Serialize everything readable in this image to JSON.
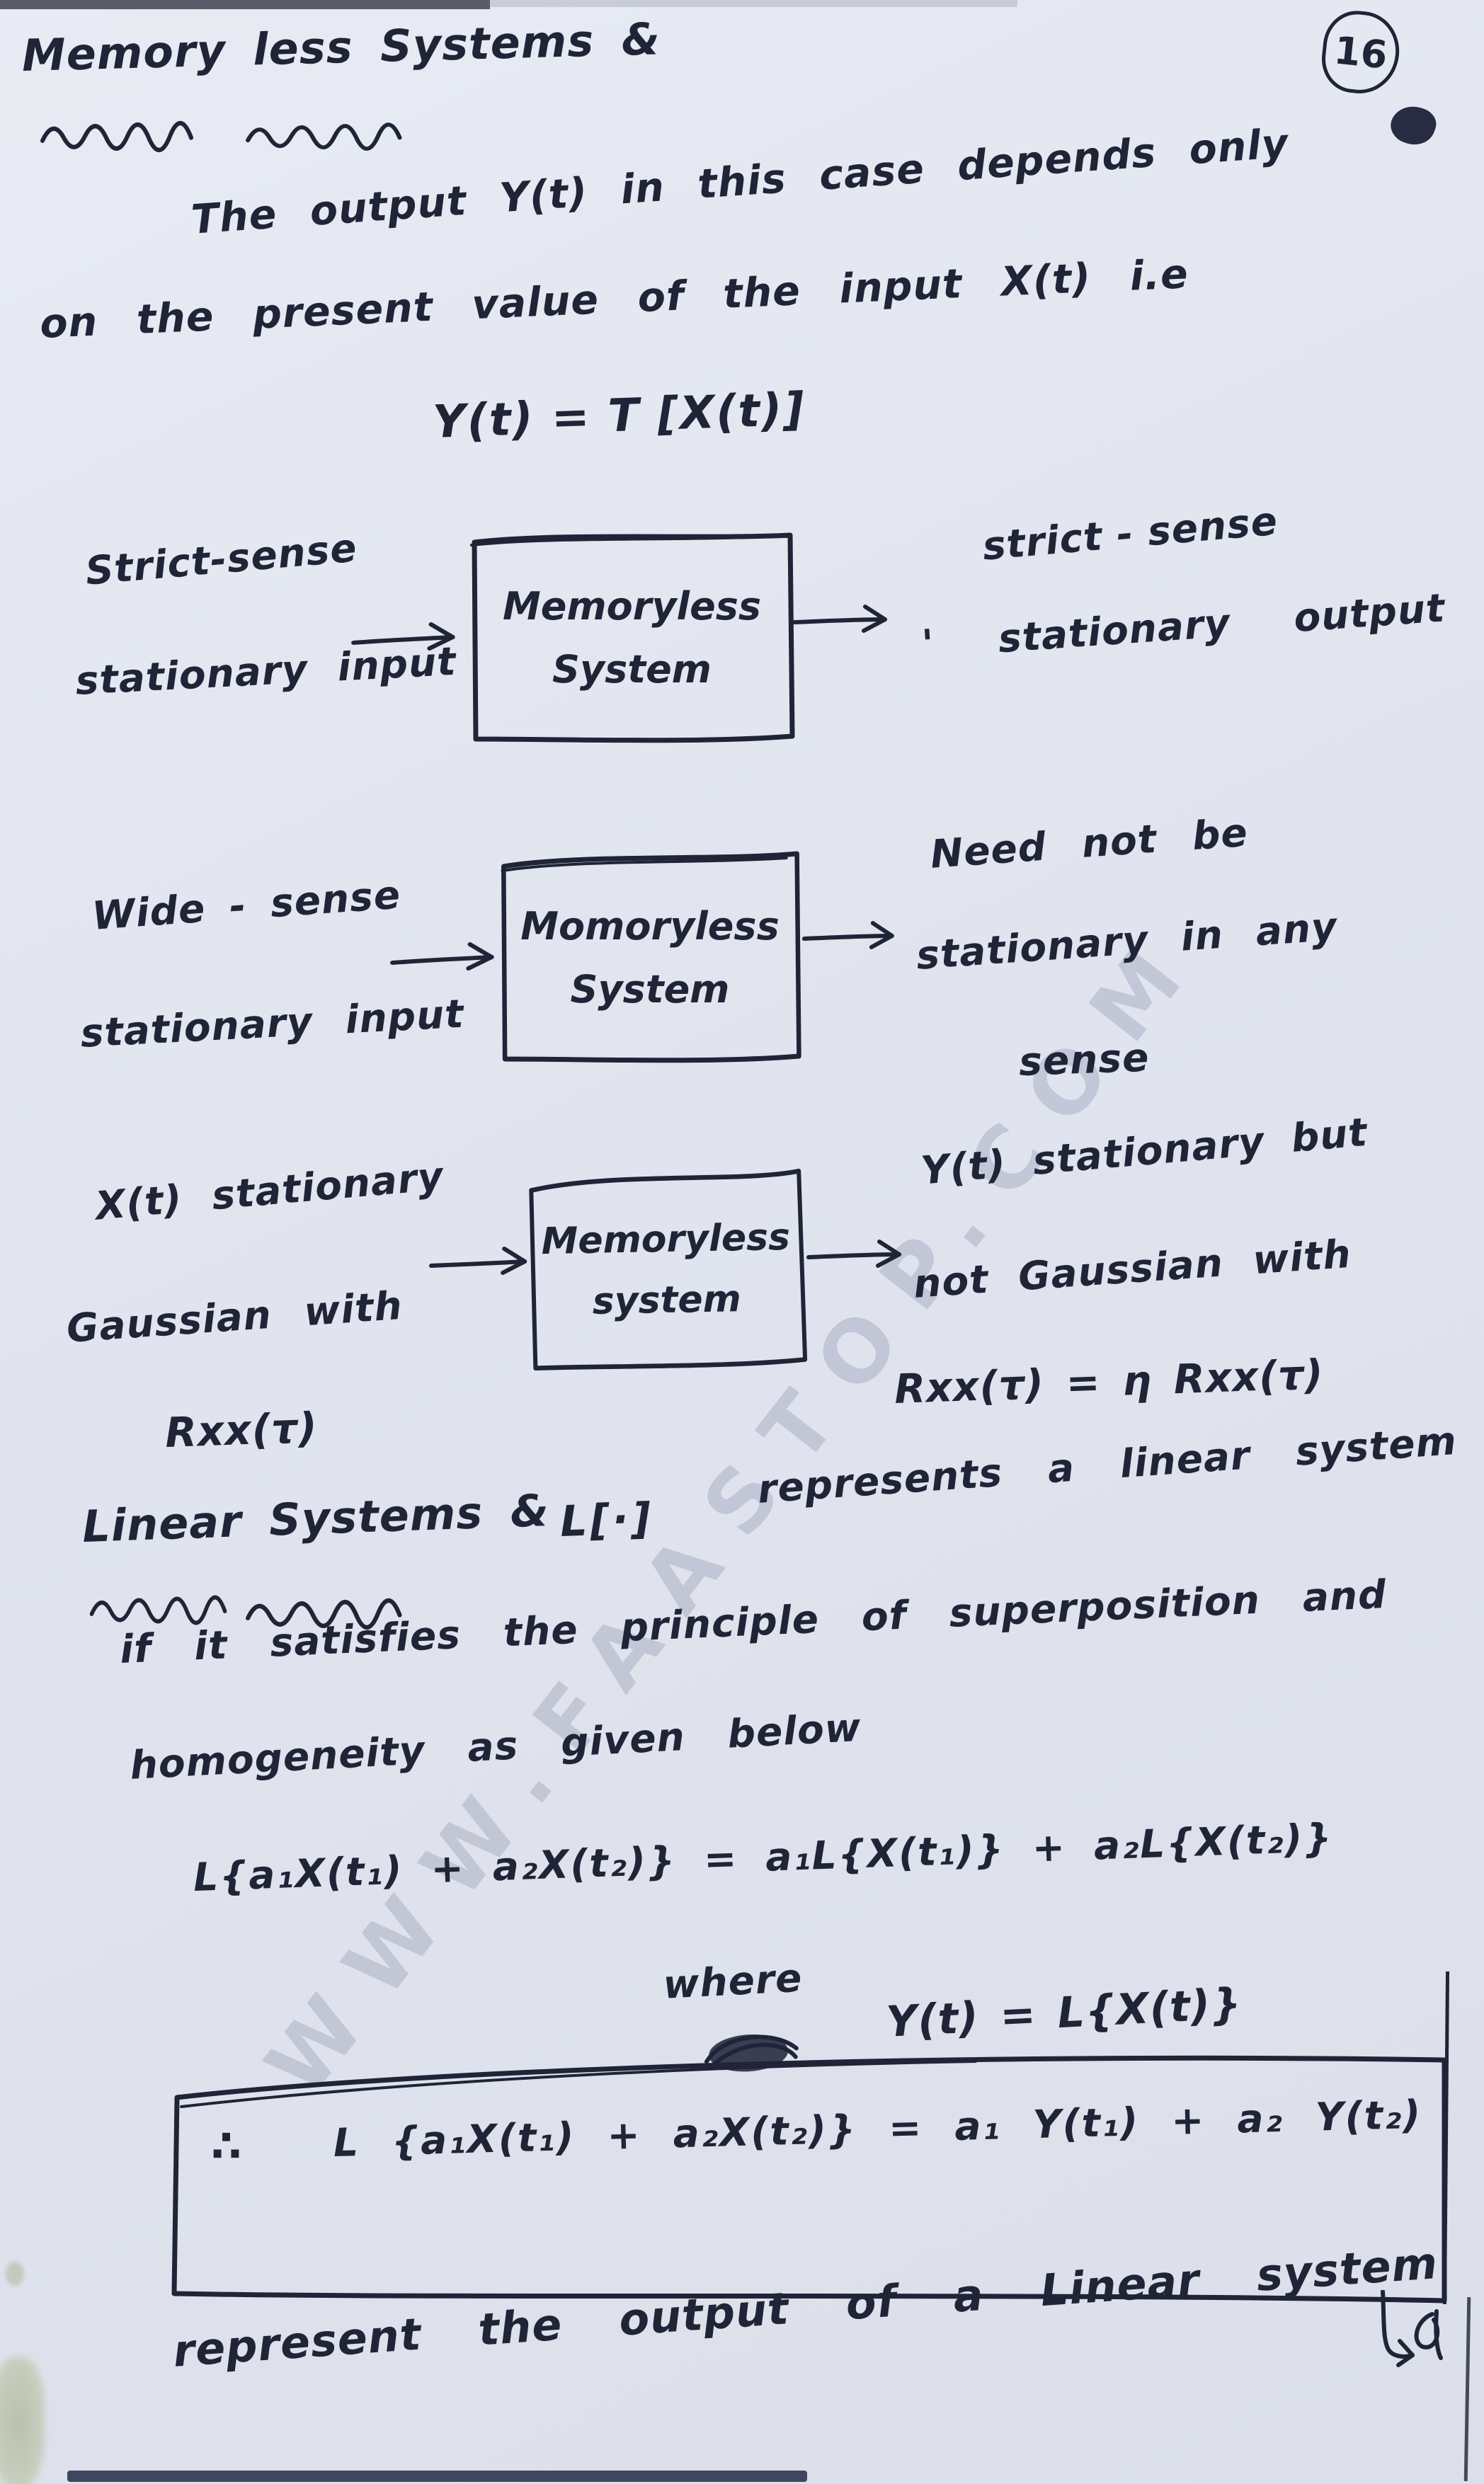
{
  "page": {
    "number": "16",
    "watermark": "WWW.FAASTOP.COM"
  },
  "memoryless": {
    "title": "Memory less Systems &",
    "line1": "The output Y(t) in this case depends only",
    "line2": "on the present value of the input X(t) i.e",
    "equation": "Y(t) = T [X(t)]"
  },
  "diagrams": [
    {
      "input1": "Strict-sense",
      "input2": "stationary input",
      "box1": "Memoryless",
      "box2": "System",
      "out1": "strict - sense",
      "out2": "' stationary output"
    },
    {
      "input1": "Wide - sense",
      "input2": "stationary input",
      "box1": "Momoryless",
      "box2": "System",
      "out1": "Need not be",
      "out2": "stationary in any",
      "out3": "sense"
    },
    {
      "input1": "X(t) stationary",
      "input2": "Gaussian with",
      "input3": "Rxx(τ)",
      "box1": "Memoryless",
      "box2": "system",
      "out1": "Y(t) stationary but",
      "out2": "not Gaussian with",
      "out3": "Rxx(τ) = η Rxx(τ)"
    }
  ],
  "linear": {
    "title": "Linear Systems &",
    "operator": "L[·]",
    "intro": "represents a linear system",
    "line2": "if it satisfies the principle of superposition and",
    "line3": "homogeneity as given below",
    "equation1": "L{a₁X(t₁) + a₂X(t₂)} = a₁L{X(t₁)} + a₂L{X(t₂)}",
    "where": "where",
    "equation2": "Y(t) = L{X(t)}",
    "therefore": "∴",
    "boxed_equation": "L {a₁X(t₁) + a₂X(t₂)} = a₁ Y(t₁) + a₂ Y(t₂)",
    "footer": "represent the output of a Linear system"
  }
}
